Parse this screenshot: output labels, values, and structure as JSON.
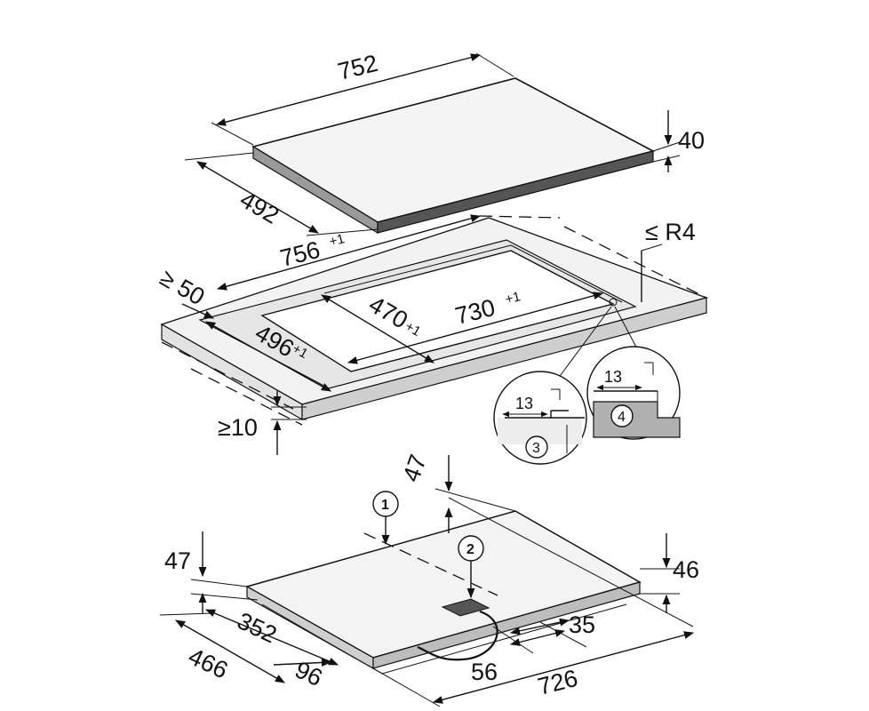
{
  "top_hob": {
    "width": "752",
    "depth": "492",
    "height": "40"
  },
  "cutout": {
    "outer_width": "756",
    "outer_width_tol": "+1",
    "outer_depth": "496",
    "outer_depth_tol": "+1",
    "inner_width": "730",
    "inner_width_tol": "+1",
    "inner_depth": "470",
    "inner_depth_tol": "+1",
    "edge_distance": "≥ 50",
    "radius": "≤ R4",
    "clearance_below": "≥10"
  },
  "details": [
    {
      "number": "3",
      "dimension": "13"
    },
    {
      "number": "4",
      "dimension": "13"
    }
  ],
  "bottom_hob": {
    "callout_1": "1",
    "callout_2": "2",
    "dim_47_top": "47",
    "dim_47_left": "47",
    "dim_46": "46",
    "dim_352": "352",
    "dim_466": "466",
    "dim_96": "96",
    "dim_56": "56",
    "dim_35": "35",
    "dim_726": "726"
  }
}
